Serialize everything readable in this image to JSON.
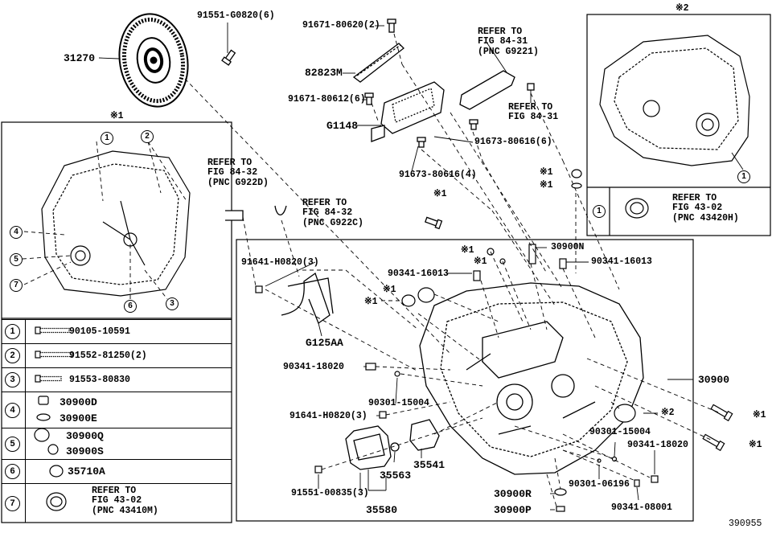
{
  "drawing_id": "390955",
  "note_marks": {
    "mark1": "※1",
    "mark2": "※2"
  },
  "top_labels": {
    "p31270": "31270",
    "p91551_g0820": "91551-G0820(6)",
    "p91671_80620": "91671-80620(2)",
    "p82823m": "82823M",
    "p91671_80612": "91671-80612(6)",
    "pg1148": "G1148",
    "p91673_80616_6": "91673-80616(6)",
    "p91673_80616_4": "91673-80616(4)",
    "ref_84_31_a": "REFER TO\nFIG 84-31\n(PNC G9221)",
    "ref_84_31_b": "REFER TO\nFIG 84-31",
    "ref_84_32_a": "REFER TO\nFIG 84-32\n(PNC G922D)",
    "ref_84_32_b": "REFER TO\nFIG 84-32\n(PNC G922C)"
  },
  "main_labels": {
    "p91641_h0820_3a": "91641-H0820(3)",
    "pg125aa": "G125AA",
    "p30900n": "30900N",
    "p90341_16013a": "90341-16013",
    "p90341_16013b": "90341-16013",
    "p90341_18020a": "90341-18020",
    "p90301_15004a": "90301-15004",
    "p91641_h0820_3b": "91641-H0820(3)",
    "p30900": "30900",
    "p90301_15004b": "90301-15004",
    "p90341_18020b": "90341-18020",
    "p35541": "35541",
    "p35563": "35563",
    "p90301_06196": "90301-06196",
    "p91551_00835": "91551-00835(3)",
    "p30900r": "30900R",
    "p35580": "35580",
    "p90341_08001": "90341-08001",
    "p30900p": "30900P"
  },
  "inset2": {
    "ref_text": "REFER TO\nFIG 43-02\n(PNC 43420H)",
    "num": "1"
  },
  "left_table": [
    {
      "num": "1",
      "part": "90105-10591"
    },
    {
      "num": "2",
      "part": "91552-81250(2)"
    },
    {
      "num": "3",
      "part": "91553-80830"
    },
    {
      "num": "4",
      "part": "30900D",
      "part2": "30900E"
    },
    {
      "num": "5",
      "part": "30900Q",
      "part2": "30900S"
    },
    {
      "num": "6",
      "part": "35710A"
    },
    {
      "num": "7",
      "part": "REFER TO\nFIG 43-02\n(PNC 43410M)"
    }
  ],
  "left_callouts": [
    "1",
    "2",
    "3",
    "4",
    "5",
    "6",
    "7"
  ]
}
